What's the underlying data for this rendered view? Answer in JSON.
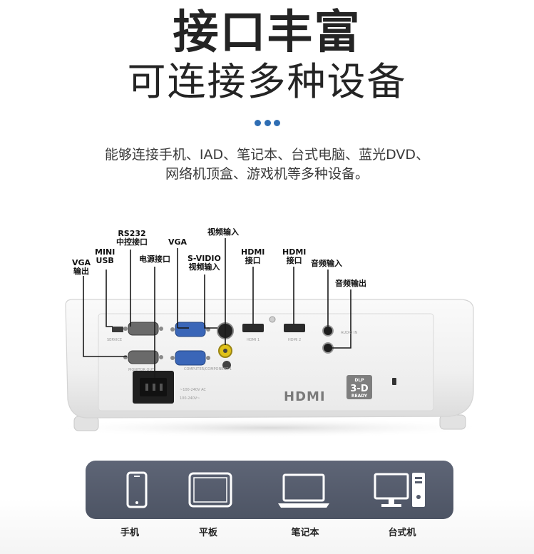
{
  "headline": {
    "line1": "接口丰富",
    "line2": "可连接多种设备"
  },
  "intro": {
    "line1": "能够连接手机、IAD、笔记本、台式电脑、蓝光DVD、",
    "line2": "网络机顶盒、游戏机等多种设备。"
  },
  "callouts": {
    "vga_out": [
      "VGA",
      "输出"
    ],
    "mini_usb": [
      "MINI",
      "USB"
    ],
    "rs232": [
      "RS232",
      "中控接口"
    ],
    "power": "电源接口",
    "vga": "VGA",
    "svideo": [
      "S-VIDIO",
      "视频输入"
    ],
    "video_in": "视频输入",
    "hdmi1": [
      "HDMI",
      "接口"
    ],
    "hdmi2": [
      "HDMI",
      "接口"
    ],
    "audio_in": "音频输入",
    "audio_out": "音频输出"
  },
  "projector": {
    "hdmi_logo": "HDMI",
    "dlp_badge": "DLP",
    "three_d": "3-D",
    "ready": "READY"
  },
  "devices": [
    {
      "label": "手机",
      "icon": "phone-icon"
    },
    {
      "label": "平板",
      "icon": "tablet-icon"
    },
    {
      "label": "笔记本",
      "icon": "laptop-icon"
    },
    {
      "label": "台式机",
      "icon": "desktop-icon"
    }
  ],
  "colors": {
    "accent_dots": "#2e6db3",
    "device_bar": "#545b6b",
    "icon": "#ffffff"
  }
}
